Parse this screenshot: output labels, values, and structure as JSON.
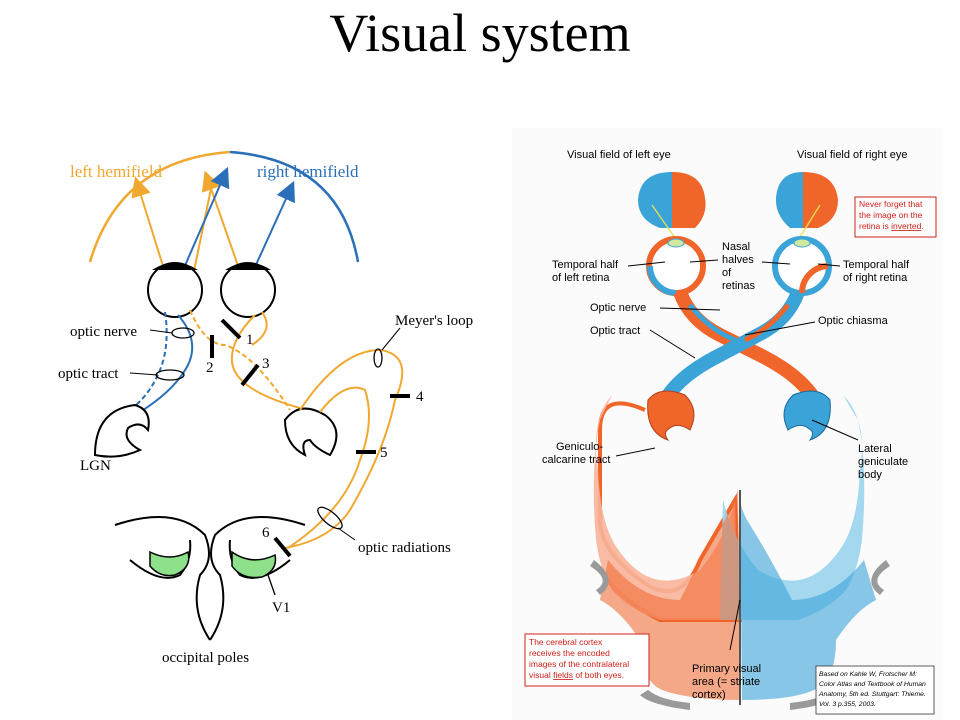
{
  "title": "Visual system",
  "left_diagram": {
    "left_hemifield": "left hemifield",
    "right_hemifield": "right hemifield",
    "optic_nerve": "optic nerve",
    "optic_tract": "optic tract",
    "lgn": "LGN",
    "meyers_loop": "Meyer's loop",
    "optic_radiations": "optic radiations",
    "v1": "V1",
    "occipital_poles": "occipital poles",
    "lesion_1": "1",
    "lesion_2": "2",
    "lesion_3": "3",
    "lesion_4": "4",
    "lesion_5": "5",
    "lesion_6": "6",
    "colors": {
      "left": "#f0a830",
      "right": "#2a6fb8",
      "v1": "#8fe08a"
    }
  },
  "right_diagram": {
    "visual_field_left_eye": "Visual field of left eye",
    "visual_field_right_eye": "Visual field of right eye",
    "note_inverted_1": "Never forget that",
    "note_inverted_2": "the image on the",
    "note_inverted_3": "retina is",
    "note_inverted_4": "inverted",
    "temporal_left_1": "Temporal half",
    "temporal_left_2": "of left retina",
    "nasal_1": "Nasal",
    "nasal_2": "halves",
    "nasal_3": "of",
    "nasal_4": "retinas",
    "temporal_right_1": "Temporal half",
    "temporal_right_2": "of right retina",
    "optic_nerve": "Optic nerve",
    "optic_tract": "Optic tract",
    "optic_chiasma": "Optic chiasma",
    "geniculo_1": "Geniculo-",
    "geniculo_2": "calcarine tract",
    "lateral_1": "Lateral",
    "lateral_2": "geniculate",
    "lateral_3": "body",
    "cortex_note_1": "The cerebral cortex",
    "cortex_note_2": "receives the encoded",
    "cortex_note_3": "images of the contralateral",
    "cortex_note_4": "visual",
    "cortex_note_5": "fields",
    "cortex_note_6": "of both eyes.",
    "primary_1": "Primary visual",
    "primary_2": "area (= striate",
    "primary_3": "cortex)",
    "citation_1": "Based on Kahle W, Frotscher M:",
    "citation_2": "Color Atlas and Textbook of Human",
    "citation_3": "Anatomy, 5th ed. Stuttgart: Thieme.",
    "citation_4": "Vol. 3 p.355, 2003.",
    "colors": {
      "orange": "#f0652a",
      "blue": "#3aa3d8",
      "salmon": "#f8b49a",
      "lightblue": "#9fd6ee",
      "note_red": "#d0201a"
    }
  }
}
